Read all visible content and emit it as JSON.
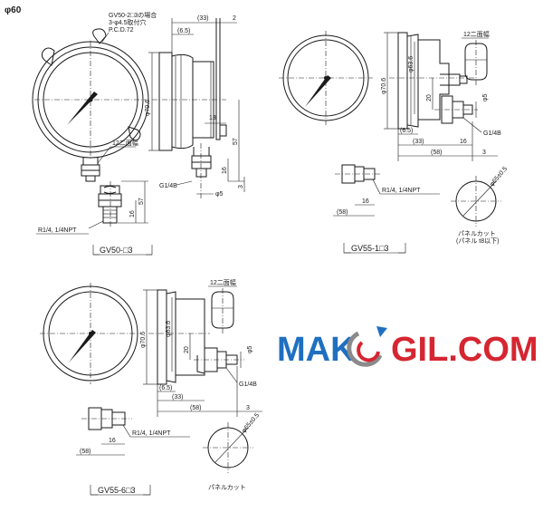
{
  "title": "φ60",
  "colors": {
    "line": "#1a1a1a",
    "logo_blue": "#1f6fc1",
    "logo_red": "#d62631",
    "logo_gray": "#8a8a8a"
  },
  "logo": {
    "left": "MAK",
    "right": "GIL.COM"
  },
  "views": {
    "gv50": {
      "model_label": "GV50-□3",
      "note_line1": "GV50-2□3の場合",
      "note_line2": "3-φ4.5取付穴",
      "note_line3": "P.C.D.72",
      "flats": "12二面幅",
      "thread": "R1/4, 1/4NPT",
      "dims": {
        "d33": "(33)",
        "d2": "2",
        "d6_5": "(6.5)",
        "phi70_6": "φ70.6",
        "d13": "13",
        "d57a": "57",
        "d16a": "16",
        "d3": "3",
        "g14b": "G1/4B",
        "phi5": "φ5",
        "d57b": "57",
        "d16b": "16"
      }
    },
    "gv55_1": {
      "model_label": "GV55-1□3",
      "flats": "12二面幅",
      "thread": "R1/4, 1/4NPT",
      "panel_cut": "パネルカット",
      "panel_cut_note": "(パネル t8以下)",
      "dims": {
        "phi70_6": "φ70.6",
        "phi63_6": "φ63.6",
        "d20": "20",
        "phi5": "φ5",
        "g14b": "G1/4B",
        "d6_5": "(6.5)",
        "d33": "(33)",
        "d16": "16",
        "d58": "(58)",
        "d3": "3",
        "d16b": "16",
        "d58b": "(58)",
        "phi65": "φ65±0.5"
      }
    },
    "gv55_6": {
      "model_label": "GV55-6□3",
      "flats": "12二面幅",
      "thread": "R1/4, 1/4NPT",
      "panel_cut": "パネルカット",
      "dims": {
        "phi70_6": "φ70.6",
        "phi63_6": "φ63.6",
        "d20": "20",
        "phi5": "φ5",
        "g14b": "G1/4B",
        "d6_5": "(6.5)",
        "d33": "(33)",
        "d58": "(58)",
        "d3": "3",
        "d16b": "16",
        "d58b": "(58)",
        "phi65": "φ65±0.5"
      }
    }
  }
}
